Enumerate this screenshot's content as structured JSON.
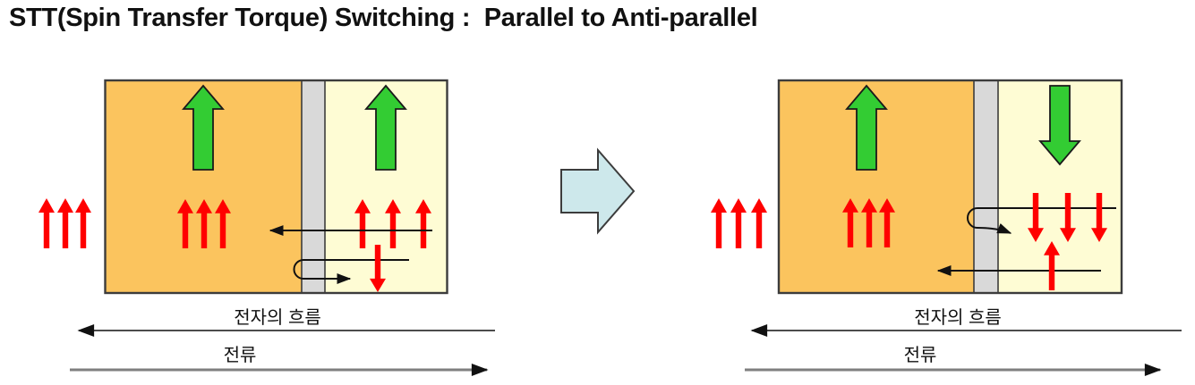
{
  "title": "STT(Spin Transfer Torque) Switching :  Parallel to Anti-parallel",
  "panels": {
    "left": {
      "electron_flow_label": "전자의 흐름",
      "current_label": "전류"
    },
    "right": {
      "electron_flow_label": "전자의 흐름",
      "current_label": "전류"
    }
  },
  "colors": {
    "fixed_layer_orange": "#fbc45e",
    "free_layer_yellow": "#fefcd4",
    "barrier_gray": "#d9d9d9",
    "magnetization_green": "#33cc33",
    "spin_red": "#ff0000",
    "transition_arrow_blue": "#cde8eb",
    "outline_dark": "#3c3c3c",
    "current_line_gray": "#7f7f7f",
    "title_text": "#111111"
  }
}
